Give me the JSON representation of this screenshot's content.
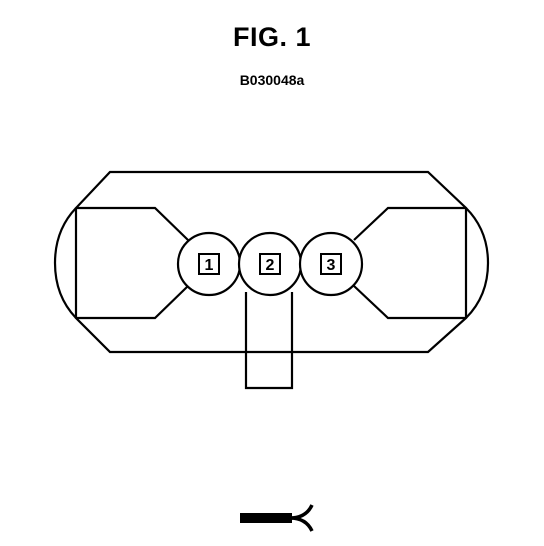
{
  "figure": {
    "title": "FIG. 1",
    "code": "B030048a"
  },
  "connector": {
    "terminals": [
      {
        "label": "1"
      },
      {
        "label": "2"
      },
      {
        "label": "3"
      }
    ]
  },
  "icons": {
    "probe": "connector-probe-icon"
  },
  "colors": {
    "line": "#000000",
    "background": "#ffffff"
  }
}
